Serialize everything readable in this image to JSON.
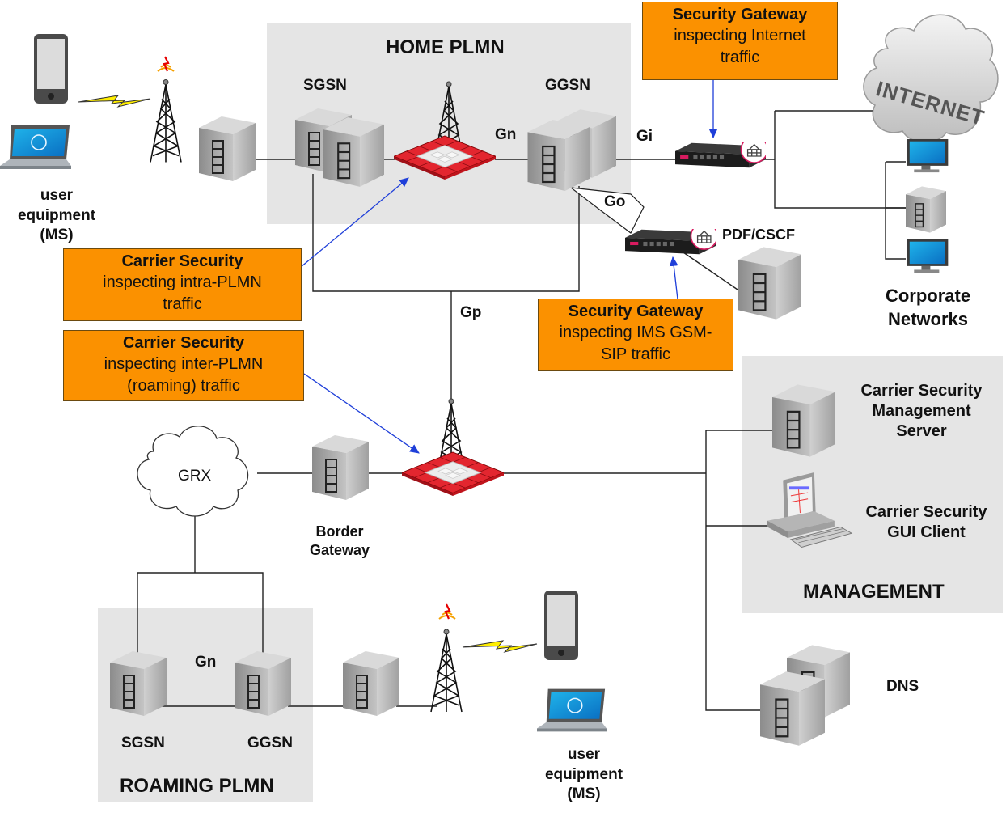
{
  "regions": {
    "home_plmn": "HOME PLMN",
    "roaming_plmn": "ROAMING PLMN",
    "management": "MANAGEMENT"
  },
  "nodes": {
    "ue_top": "user equipment (MS)",
    "sgsn_home": "SGSN",
    "ggsn_home": "GGSN",
    "pdf_cscf": "PDF/CSCF",
    "corporate": "Corporate Networks",
    "internet": "INTERNET",
    "grx": "GRX",
    "border_gw": "Border Gateway",
    "sgsn_roam": "SGSN",
    "ggsn_roam": "GGSN",
    "ue_bottom": "user equipment (MS)",
    "mgmt_server": "Carrier Security Management Server",
    "gui_client": "Carrier Security GUI Client",
    "dns": "DNS"
  },
  "interfaces": {
    "gn_home": "Gn",
    "gi": "Gi",
    "go": "Go",
    "gp": "Gp",
    "gn_roam": "Gn"
  },
  "callouts": {
    "sg_internet": {
      "title": "Security Gateway",
      "body": "inspecting Internet traffic"
    },
    "cs_intra": {
      "title": "Carrier Security",
      "body": "inspecting intra-PLMN traffic"
    },
    "cs_inter": {
      "title": "Carrier Security",
      "body": "inspecting inter-PLMN (roaming) traffic"
    },
    "sg_ims": {
      "title": "Security Gateway",
      "body": "inspecting IMS GSM-SIP traffic"
    }
  },
  "colors": {
    "callout_fill": "#fb9100",
    "region_fill": "#e5e5e5",
    "firewall_red": "#e3262f",
    "arrow_blue": "#1f3fd9",
    "server_gray": "#a9a9a9"
  }
}
